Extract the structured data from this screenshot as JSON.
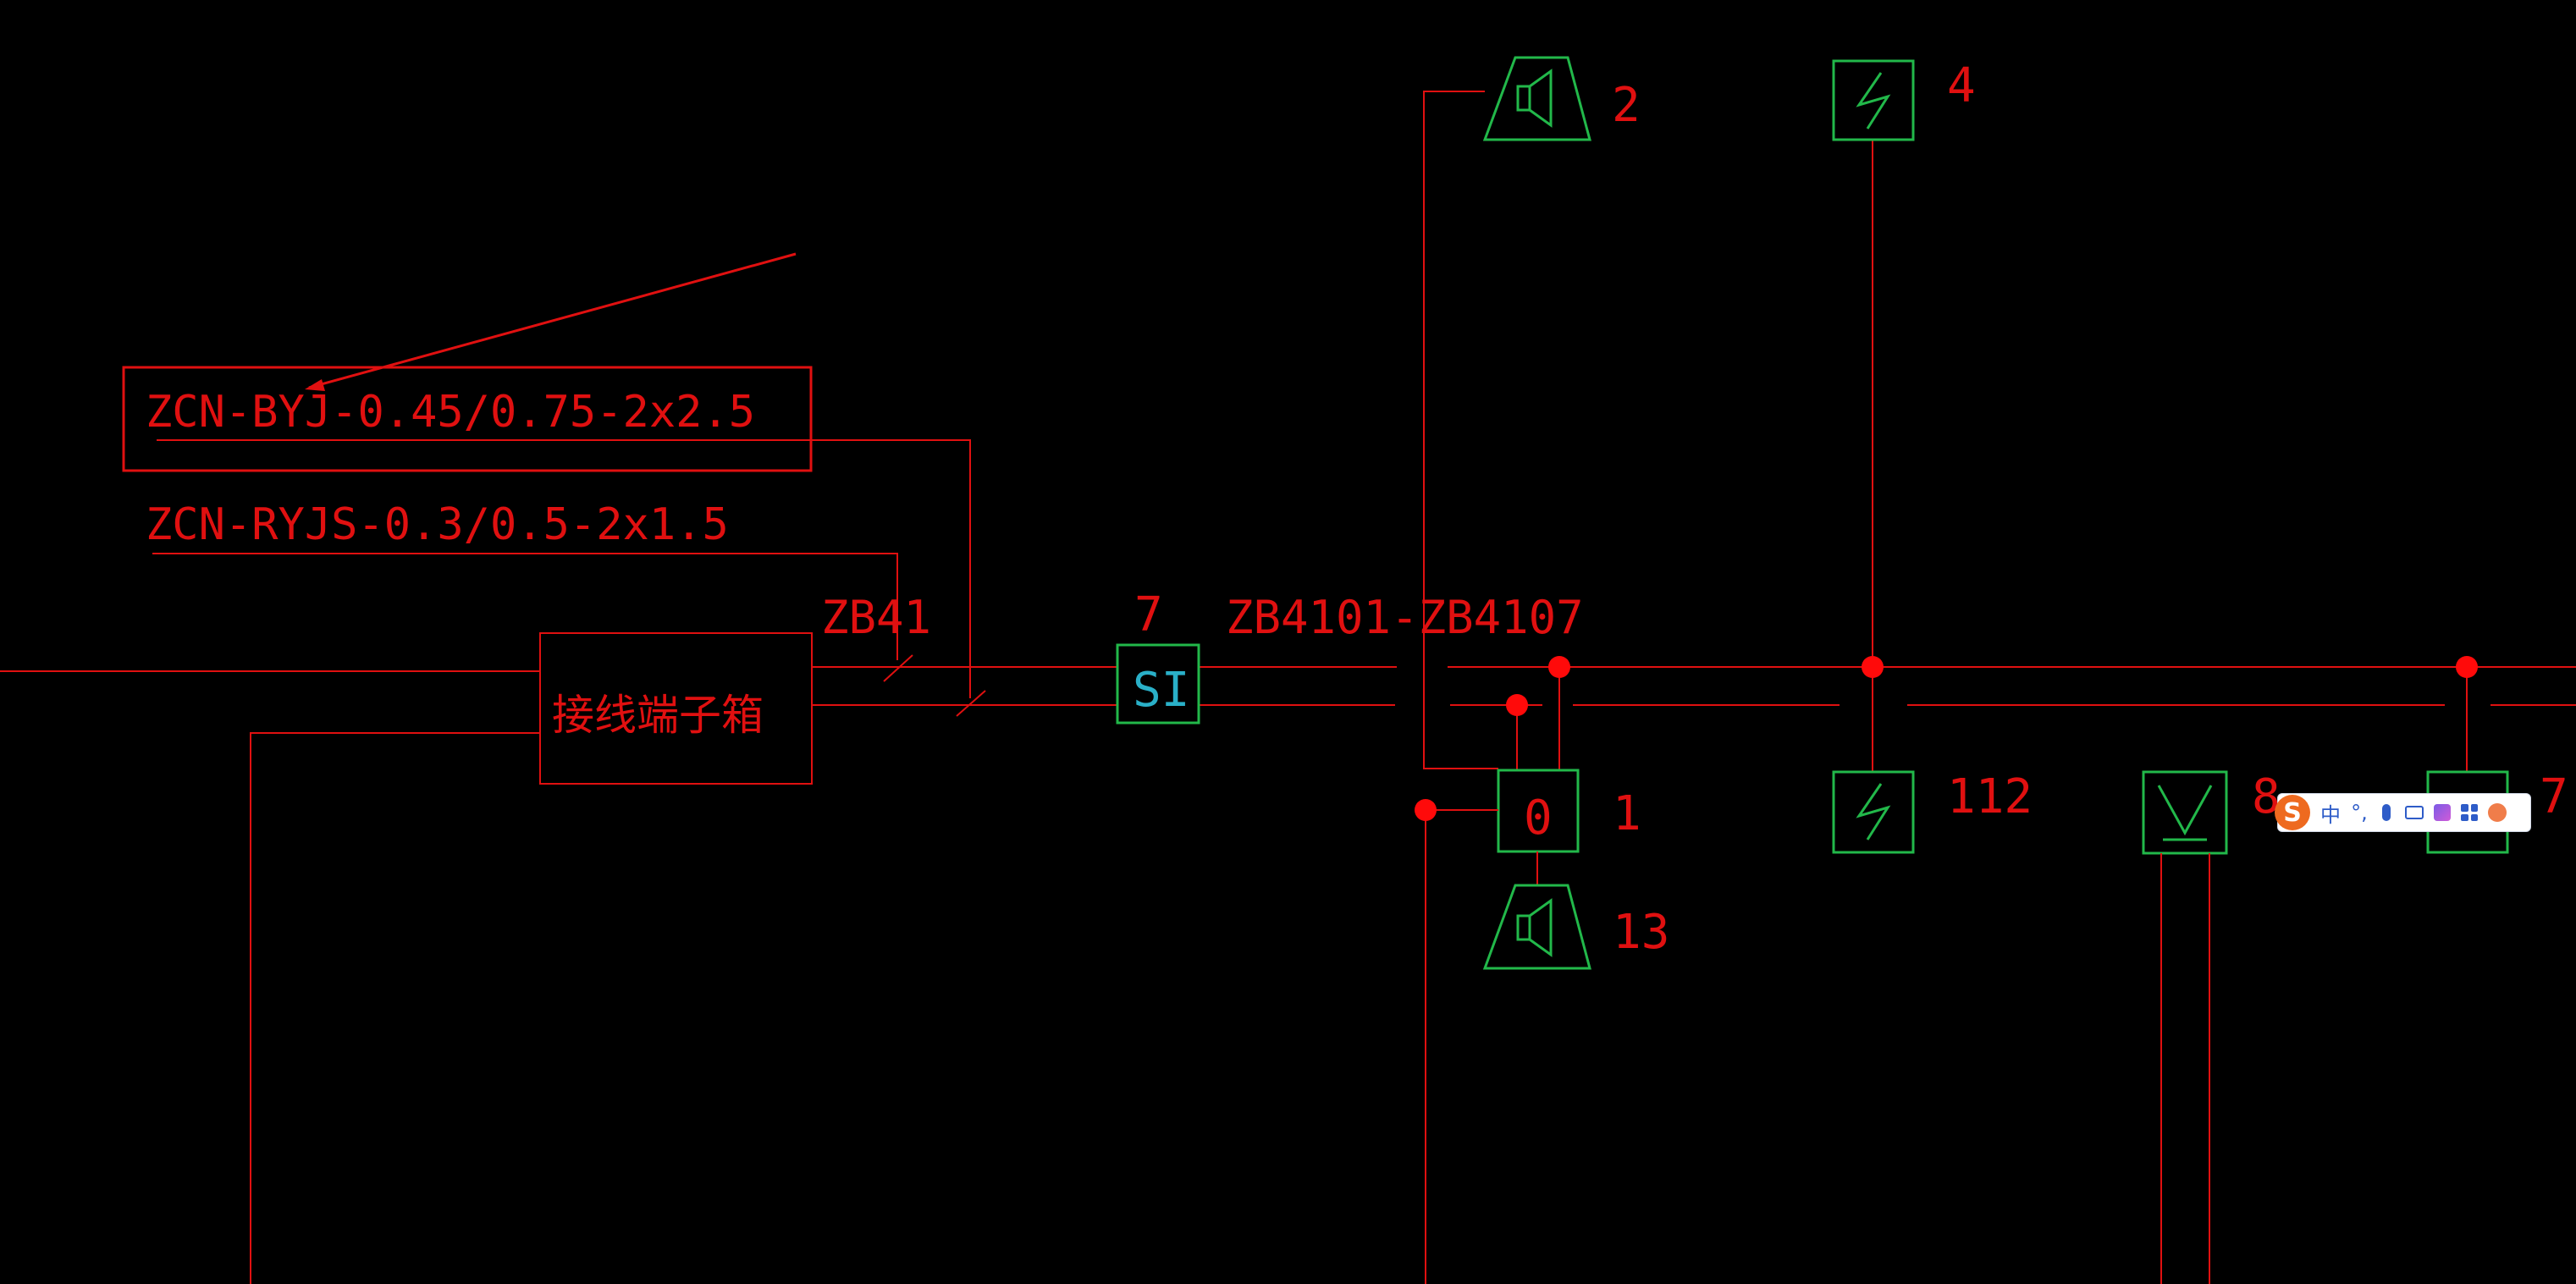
{
  "labels": {
    "cable_1": "ZCN-BYJ-0.45/0.75-2x2.5",
    "cable_2": "ZCN-RYJS-0.3/0.5-2x1.5",
    "bus_zb41": "ZB41",
    "bus_range": "ZB4101-ZB4107",
    "terminal_box": "接线端子箱",
    "si_module": "SI",
    "module_7_a": "7",
    "module_0": "0",
    "num_1": "1",
    "num_2": "2",
    "num_4": "4",
    "num_7_b": "7",
    "num_8": "8",
    "num_13": "13",
    "num_112": "112"
  },
  "ime_toolbar": {
    "logo": "S",
    "chinese_mode": "中",
    "punct_mode": "°,"
  },
  "colors": {
    "background": "#000000",
    "wire": "#e01010",
    "device": "#22b84a",
    "si_text": "#2ab0c8",
    "junction": "#ff0a0a",
    "ime_logo": "#ee6a1f"
  },
  "icons": [
    "speaker-icon",
    "lightning-icon",
    "v-detector-icon",
    "arrow-icon"
  ]
}
